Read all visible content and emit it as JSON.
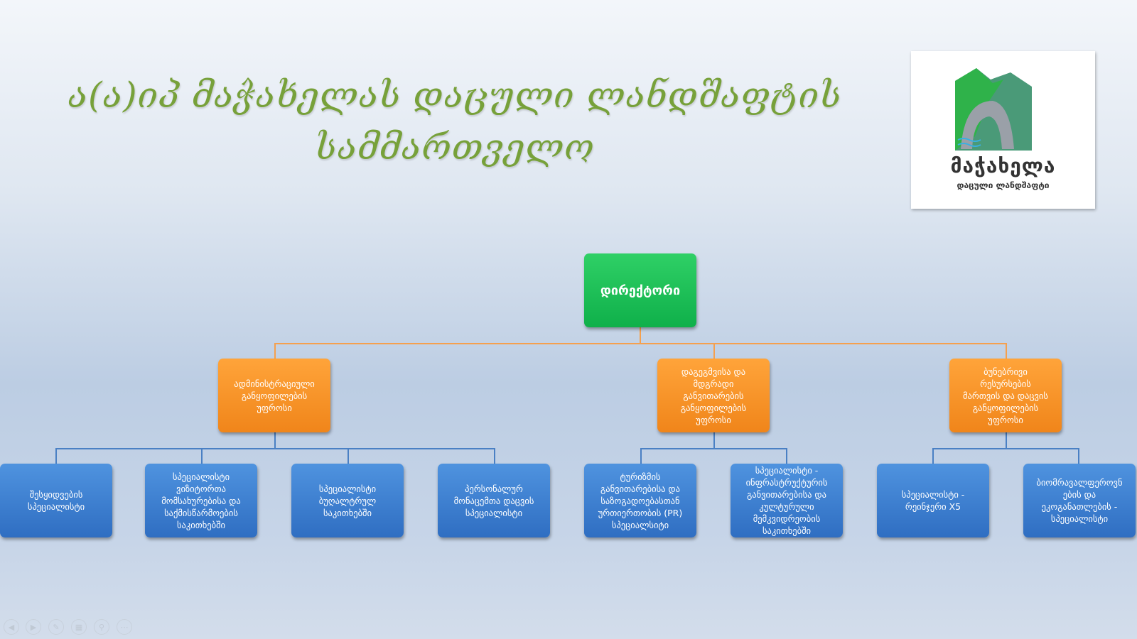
{
  "slide": {
    "title_line1": "ა(ა)იპ მაჭახელას დაცული ლანდშაფტის",
    "title_line2": "სამმართველო"
  },
  "logo": {
    "name": "მაჭახელა",
    "subtitle": "დაცული ლანდშაფტი"
  },
  "org": {
    "director": "დირექტორი",
    "departments": [
      "ადმინისტრაციული\nგანყოფილების\nუფროსი",
      "დაგეგმვისა და\nმდგრადი\nგანვითარების\nგანყოფილების\nუფროსი",
      "ბუნებრივი\nრესურსების\nმართვის და დაცვის\nგანყოფილების\nუფროსი"
    ],
    "staff": [
      "შესყიდვების\nსპეციალისტი",
      "სპეციალისტი\nვიზიტორთა\nმომსახურებისა და\nსაქმისწარმოების\nსაკითხებში",
      "სპეციალისტი\nბუღალტრულ\nსაკითხებში",
      "პერსონალურ\nმონაცემთა დაცვის\nსპეციალისტი",
      "ტურიზმის\nგანვითარებისა და\nსაზოგადოებასთან\nურთიერთობის (PR)\nსპეციალსიტი",
      "სპეციალისტი -\nინფრასტრუქტურის\nგანვითარებისა და\nკულტურული\nმემკვიდრეობის\nსაკითხებში",
      "სპეციალისტი -\nრეინჯერი X5",
      "ბიომრავალფეროვნ\nების და\nეკოგანათლების -\nსპეციალისტი"
    ]
  },
  "colors": {
    "director": "#1bbf55",
    "department": "#f7941d",
    "staff": "#3a7bd5",
    "title": "#77a13a"
  }
}
